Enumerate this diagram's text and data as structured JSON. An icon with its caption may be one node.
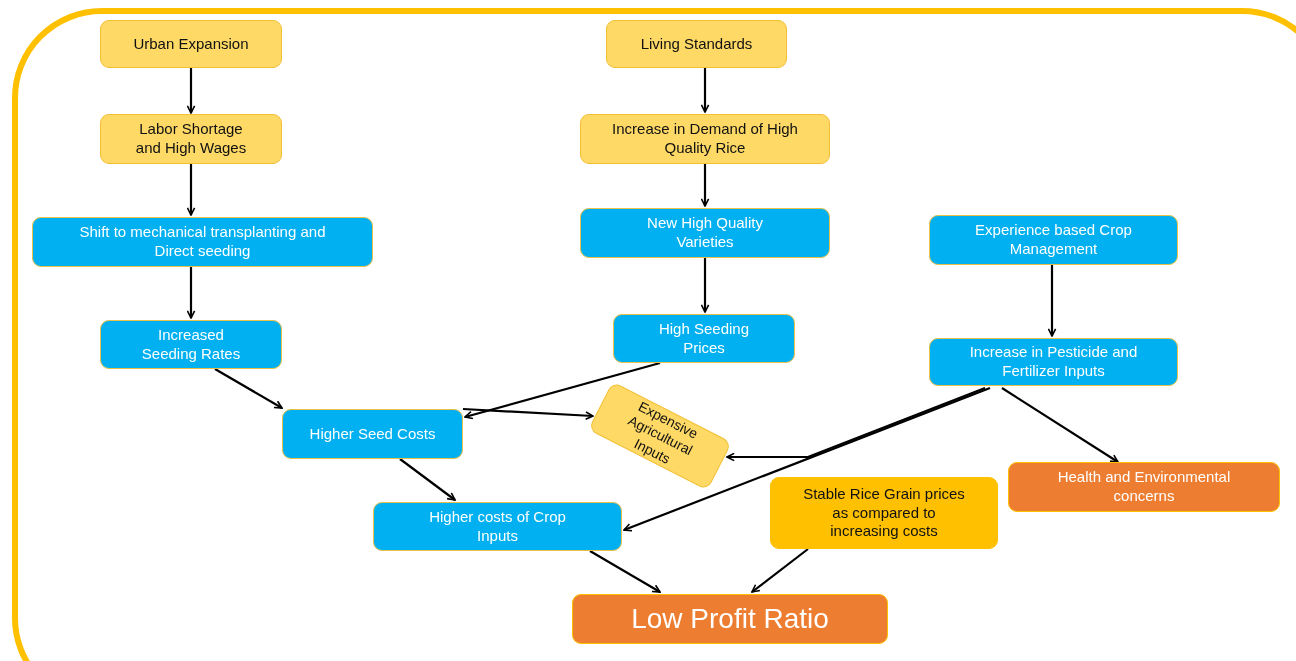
{
  "diagram": {
    "nodes": [
      {
        "text": [
          "Urban Expansion"
        ]
      },
      {
        "text": [
          "Labor Shortage and High Wages"
        ]
      },
      {
        "text": [
          "Shift to mechanical transplanting and Direct seeding"
        ]
      },
      {
        "text": [
          "Increased Seeding Rates"
        ]
      },
      {
        "text": [
          "Living Standards"
        ]
      },
      {
        "text": [
          "Increase in Demand of High Quality Rice"
        ]
      },
      {
        "text": [
          "New High Quality Varieties"
        ]
      },
      {
        "text": [
          "High Seeding Prices"
        ]
      },
      {
        "text": [
          "Experience based Crop Management"
        ]
      },
      {
        "text": [
          "Increase in Pesticide and Fertilizer Inputs"
        ]
      },
      {
        "text": [
          "Higher Seed Costs"
        ]
      },
      {
        "text": [
          "Expensive Agricultural Inputs"
        ]
      },
      {
        "text": [
          "Health and Environmental concerns"
        ]
      },
      {
        "text": [
          "Stable Rice Grain prices as compared to increasing costs"
        ]
      },
      {
        "text": [
          "Higher costs of Crop Inputs"
        ]
      },
      {
        "text": [
          "Low Profit Ratio"
        ]
      }
    ],
    "edges": [
      {
        "from": 0,
        "to": 1,
        "arrow": "to"
      },
      {
        "from": 1,
        "to": 2,
        "arrow": "to"
      },
      {
        "from": 2,
        "to": 3,
        "arrow": "to"
      },
      {
        "from": 4,
        "to": 5,
        "arrow": "to"
      },
      {
        "from": 5,
        "to": 6,
        "arrow": "to"
      },
      {
        "from": 6,
        "to": 7,
        "arrow": "to"
      },
      {
        "from": 8,
        "to": 9,
        "arrow": "to"
      },
      {
        "from": 3,
        "to": 10,
        "arrow": "to"
      },
      {
        "from": 7,
        "to": 10,
        "arrow": "to"
      },
      {
        "from": 10,
        "to": 11,
        "arrow": "to"
      },
      {
        "from": 9,
        "to": 11,
        "arrow": "to"
      },
      {
        "from": 9,
        "to": 14,
        "arrow": "to"
      },
      {
        "from": 9,
        "to": 12,
        "arrow": "to"
      },
      {
        "from": 10,
        "to": 14,
        "arrow": "to"
      },
      {
        "from": 14,
        "to": 15,
        "arrow": "to"
      },
      {
        "from": 13,
        "to": 15,
        "arrow": "to"
      }
    ]
  }
}
